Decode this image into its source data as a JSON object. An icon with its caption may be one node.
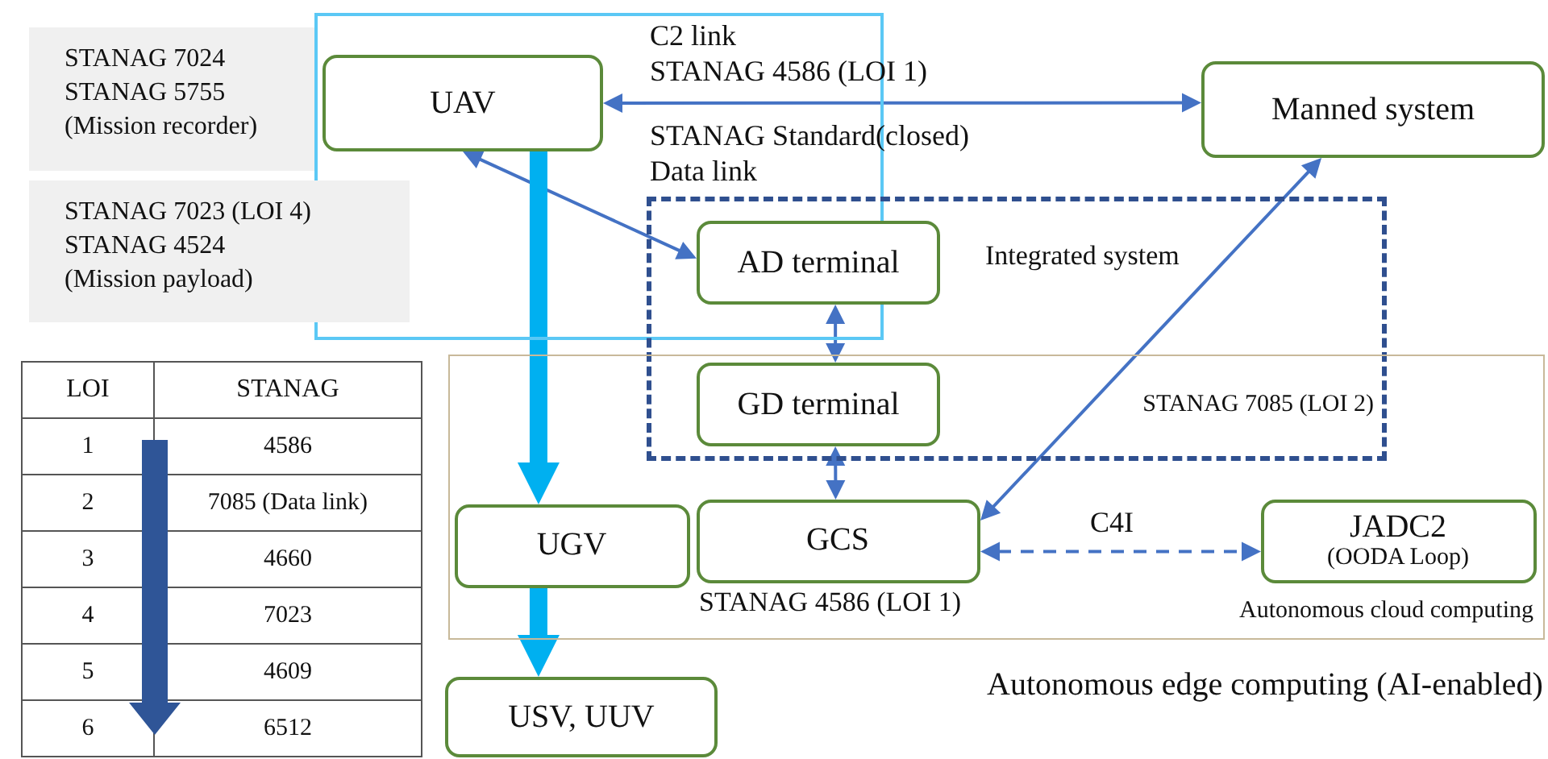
{
  "diagram": {
    "nodes": [
      {
        "text": [
          "STANAG 7024 STANAG 5755 (Mission recorder)"
        ]
      },
      {
        "text": [],
        "shape": "box"
      },
      {
        "text": [
          "UAV"
        ],
        "in": 1
      },
      {
        "text": [
          "Manned system"
        ]
      },
      {
        "text": [
          "STANAG 7023 (LOI 4) STANAG 4524 (Mission payload)"
        ]
      },
      {
        "text": [
          "Integrated system",
          "STANAG 7085 (LOI 2)"
        ]
      },
      {
        "text": [
          "AD terminal"
        ],
        "in": 5
      },
      {
        "text": [
          "GD terminal"
        ]
      },
      {
        "text": [
          "Autonomous cloud computing"
        ]
      },
      {
        "text": [
          "UGV"
        ],
        "in": 8
      },
      {
        "text": [
          "GCS"
        ],
        "in": 8,
        "beside": [
          "STANAG 4586 (LOI 1)"
        ]
      },
      {
        "text": [
          "JADC2",
          "(OODA Loop)"
        ],
        "in": 8
      },
      {
        "text": [
          "USV, UUV"
        ]
      }
    ],
    "edges": [
      {
        "from": 2,
        "to": 3,
        "arrow": "both"
      },
      {
        "from": 2,
        "to": 6,
        "arrow": "both"
      },
      {
        "from": 6,
        "to": 7,
        "arrow": "both"
      },
      {
        "from": 7,
        "to": 10,
        "arrow": "both"
      },
      {
        "from": 10,
        "to": 3,
        "arrow": "both"
      },
      {
        "from": 10,
        "to": 11,
        "arrow": "both",
        "label": "C4I",
        "style": "dashed"
      },
      {
        "from": 2,
        "to": 9,
        "arrow": "to",
        "style": "thick",
        "color": "#00b0f0"
      },
      {
        "from": 9,
        "to": 12,
        "arrow": "to",
        "style": "thick",
        "color": "#00b0f0"
      }
    ],
    "labels": [
      "C2 link",
      "STANAG 4586 (LOI 1)",
      "STANAG Standard(closed) Data link",
      "LOI",
      "STANAG",
      "1",
      "4586",
      "2",
      "7085 (Data link)",
      "3",
      "4660",
      "4",
      "7023",
      "5",
      "4609",
      "6",
      "6512",
      "Autonomous edge computing (AI-enabled)"
    ]
  }
}
